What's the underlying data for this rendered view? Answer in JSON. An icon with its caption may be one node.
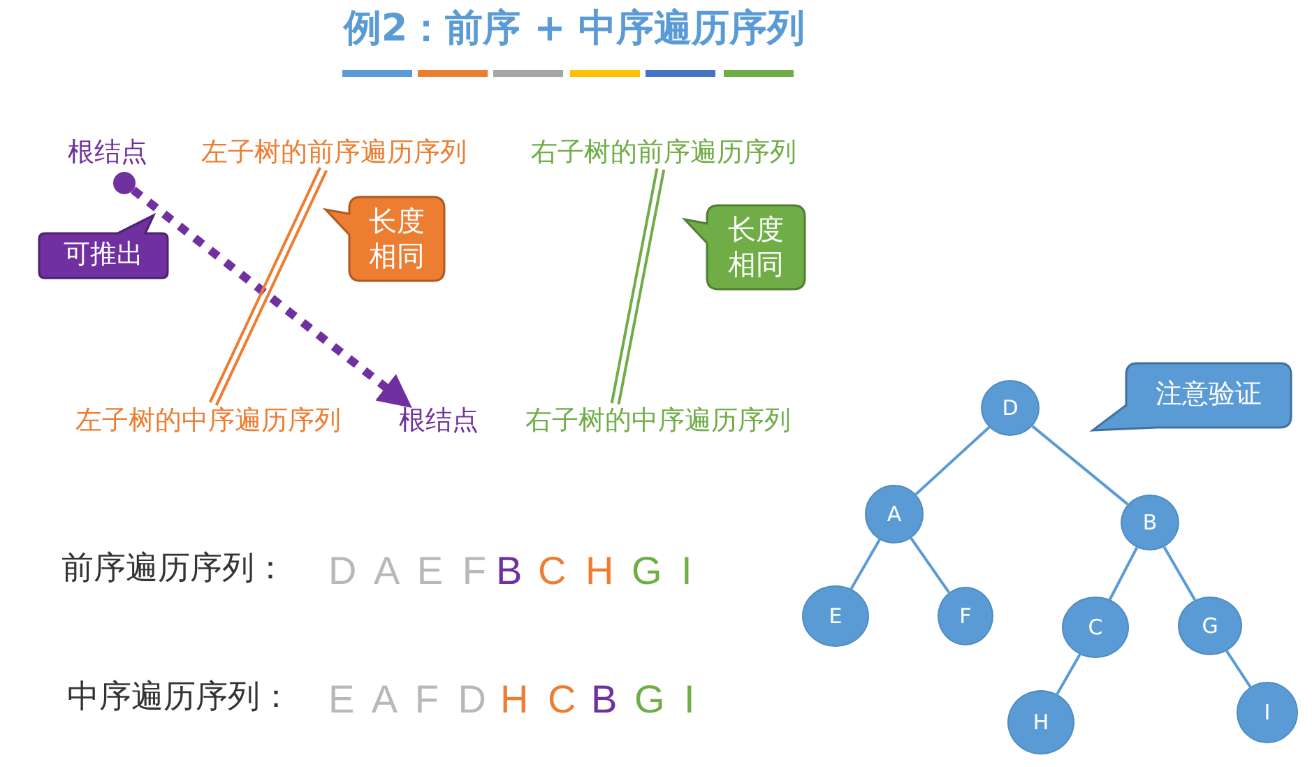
{
  "diagram": {
    "title": "例2：前序 + 中序遍历序列",
    "nodes": [
      {
        "text": [
          "根结点"
        ]
      },
      {
        "text": [
          "左子树的前序遍历序列"
        ]
      },
      {
        "text": [
          "右子树的前序遍历序列"
        ]
      },
      {
        "text": [],
        "shape": "circle"
      },
      {
        "text": [
          "可推出"
        ]
      },
      {
        "text": [
          "长度相同"
        ]
      },
      {
        "text": [
          "长度相同"
        ]
      },
      {
        "text": [
          "左子树的中序遍历序列"
        ]
      },
      {
        "text": [
          "根结点"
        ]
      },
      {
        "text": [
          "右子树的中序遍历序列"
        ]
      },
      {
        "text": [
          "D"
        ]
      },
      {
        "text": [
          "注意验证"
        ]
      },
      {
        "text": [
          "A"
        ]
      },
      {
        "text": [
          "B"
        ]
      },
      {
        "text": [
          "E"
        ]
      },
      {
        "text": [
          "F"
        ]
      },
      {
        "text": [
          "C"
        ]
      },
      {
        "text": [
          "G"
        ]
      },
      {
        "text": [
          "H"
        ]
      },
      {
        "text": [
          "I"
        ]
      }
    ],
    "edges": [
      {
        "from": 3,
        "to": 8,
        "arrow": "to",
        "style": "dashed",
        "color": "#7030a0"
      },
      {
        "from": 1,
        "to": 7,
        "arrow": "none",
        "color": "#ed7d31"
      },
      {
        "from": 2,
        "to": 9,
        "arrow": "none",
        "color": "#70ad47"
      },
      {
        "from": 10,
        "to": 12,
        "arrow": "none"
      },
      {
        "from": 10,
        "to": 13,
        "arrow": "none"
      },
      {
        "from": 12,
        "to": 14,
        "arrow": "none"
      },
      {
        "from": 12,
        "to": 15,
        "arrow": "none"
      },
      {
        "from": 13,
        "to": 16,
        "arrow": "none"
      },
      {
        "from": 13,
        "to": 17,
        "arrow": "none"
      },
      {
        "from": 16,
        "to": 18,
        "arrow": "none"
      },
      {
        "from": 17,
        "to": 19,
        "arrow": "none"
      }
    ],
    "labels": [
      "前序遍历序列：",
      "D A E F",
      "B",
      "C H",
      "G I",
      "中序遍历序列：",
      "E A F D",
      "H C",
      "B",
      "G I"
    ]
  }
}
